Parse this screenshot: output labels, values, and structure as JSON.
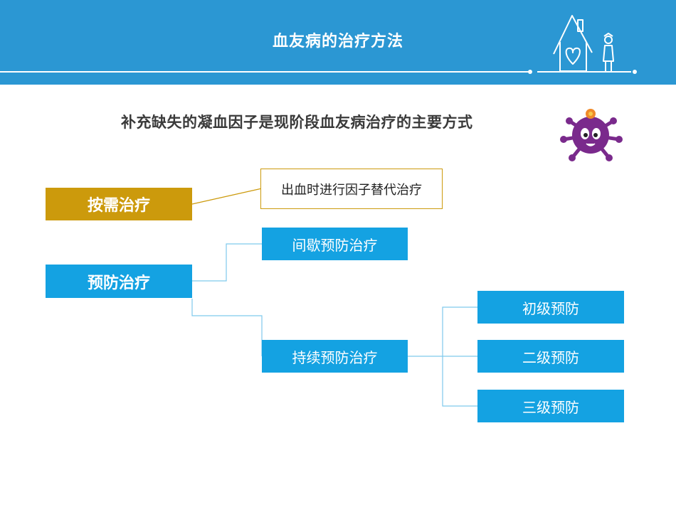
{
  "header": {
    "title": "血友病的治疗方法"
  },
  "subtitle": "补充缺失的凝血因子是现阶段血友病治疗的主要方式",
  "icons": {
    "house": "house-heart-nurse-icon",
    "mascot": "purple-virus-mascot-icon"
  },
  "colors": {
    "header": "#2b97d3",
    "gold": "#cc9a0c",
    "blue": "#14a2e2",
    "connector": "#7fc9ec"
  },
  "nodes": {
    "on_demand": "按需治疗",
    "on_demand_note": "出血时进行因子替代治疗",
    "prophylaxis": "预防治疗",
    "intermittent": "间歇预防治疗",
    "continuous": "持续预防治疗",
    "primary": "初级预防",
    "secondary": "二级预防",
    "tertiary": "三级预防"
  }
}
